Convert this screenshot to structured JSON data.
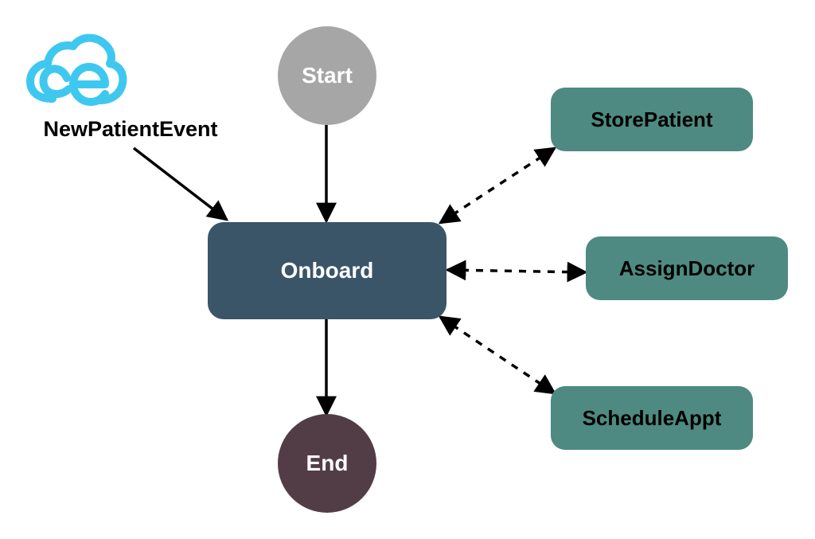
{
  "event": {
    "label": "NewPatientEvent",
    "icon": "cloudevents-logo-icon",
    "icon_color": "#3ec8f0"
  },
  "nodes": {
    "start": {
      "label": "Start",
      "color": "#a6a6a6"
    },
    "onboard": {
      "label": "Onboard",
      "color": "#3a5568"
    },
    "end": {
      "label": "End",
      "color": "#523d47"
    },
    "store_patient": {
      "label": "StorePatient",
      "color": "#4e8a81"
    },
    "assign_doctor": {
      "label": "AssignDoctor",
      "color": "#4e8a81"
    },
    "schedule_appt": {
      "label": "ScheduleAppt",
      "color": "#4e8a81"
    }
  }
}
